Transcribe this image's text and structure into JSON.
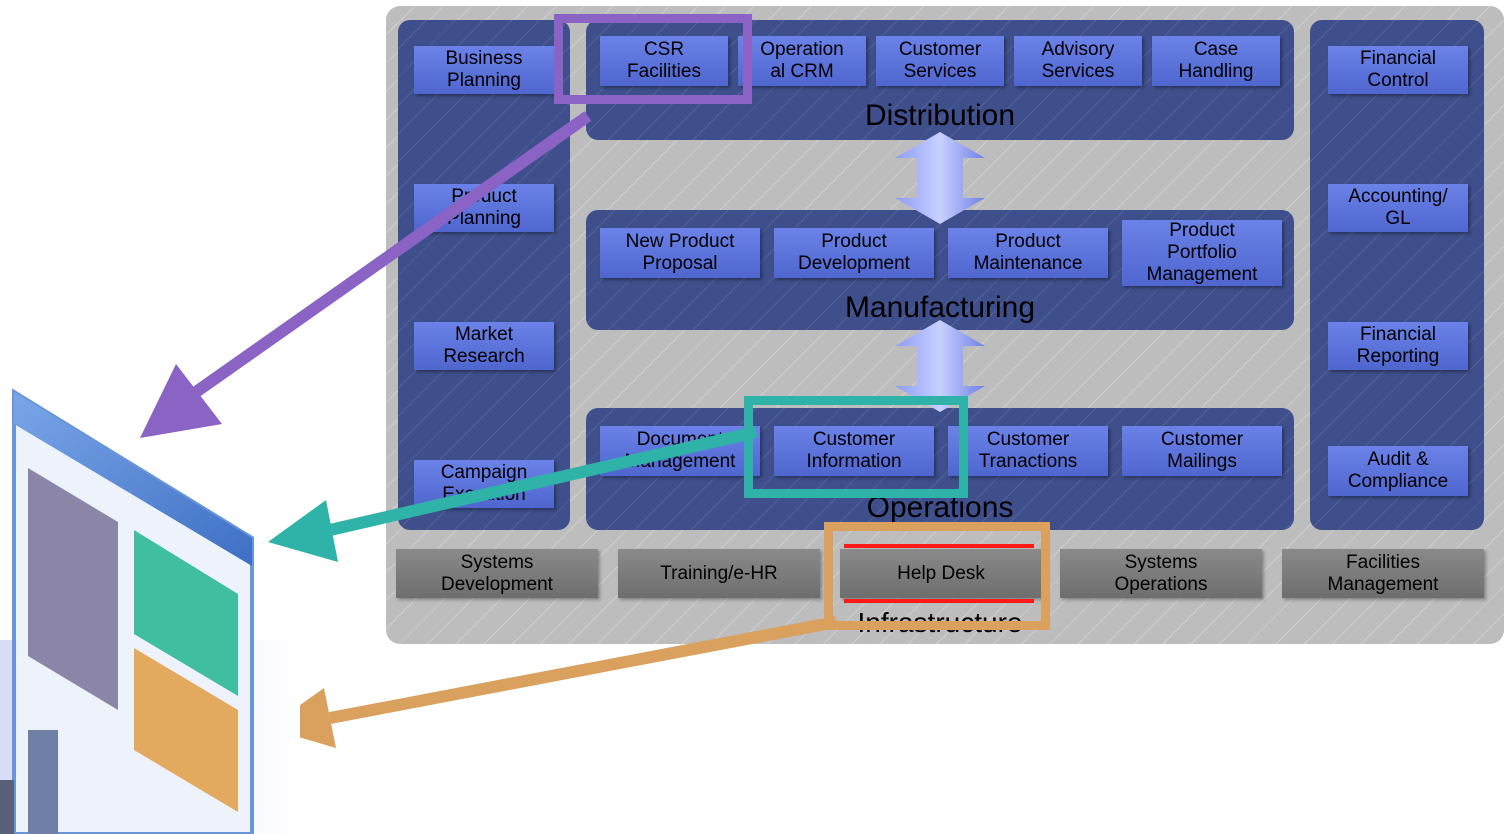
{
  "colors": {
    "panel": "#bdbdbd",
    "band": "#3e4f8c",
    "tile": "#5a72dc",
    "infra_tile": "#7d7d7d",
    "highlight_purple": "#8a63c4",
    "highlight_teal": "#2fb3a8",
    "highlight_orange": "#d9a05e",
    "help_desk_line": "#ff1a1a"
  },
  "left_column": {
    "items": [
      "Business\nPlanning",
      "Product\nPlanning",
      "Market\nResearch",
      "Campaign\nExecution"
    ]
  },
  "right_column": {
    "items": [
      "Financial\nControl",
      "Accounting/\nGL",
      "Financial\nReporting",
      "Audit &\nCompliance"
    ]
  },
  "distribution": {
    "title": "Distribution",
    "items": [
      "CSR\nFacilities",
      "Operation\nal CRM",
      "Customer\nServices",
      "Advisory\nServices",
      "Case\nHandling"
    ]
  },
  "manufacturing": {
    "title": "Manufacturing",
    "items": [
      "New Product\nProposal",
      "Product\nDevelopment",
      "Product\nMaintenance",
      "Product\nPortfolio\nManagement"
    ]
  },
  "operations": {
    "title": "Operations",
    "items": [
      "Document\nManagement",
      "Customer\nInformation",
      "Customer\nTranactions",
      "Customer\nMailings"
    ]
  },
  "infrastructure": {
    "title": "Infrastructure",
    "items": [
      "Systems\nDevelopment",
      "Training/e-HR",
      "Help Desk",
      "Systems\nOperations",
      "Facilities\nManagement"
    ]
  },
  "icons": {
    "window_icon": "application-window-icon",
    "arrows": [
      "purple-arrow-icon",
      "teal-arrow-icon",
      "orange-arrow-icon"
    ]
  }
}
